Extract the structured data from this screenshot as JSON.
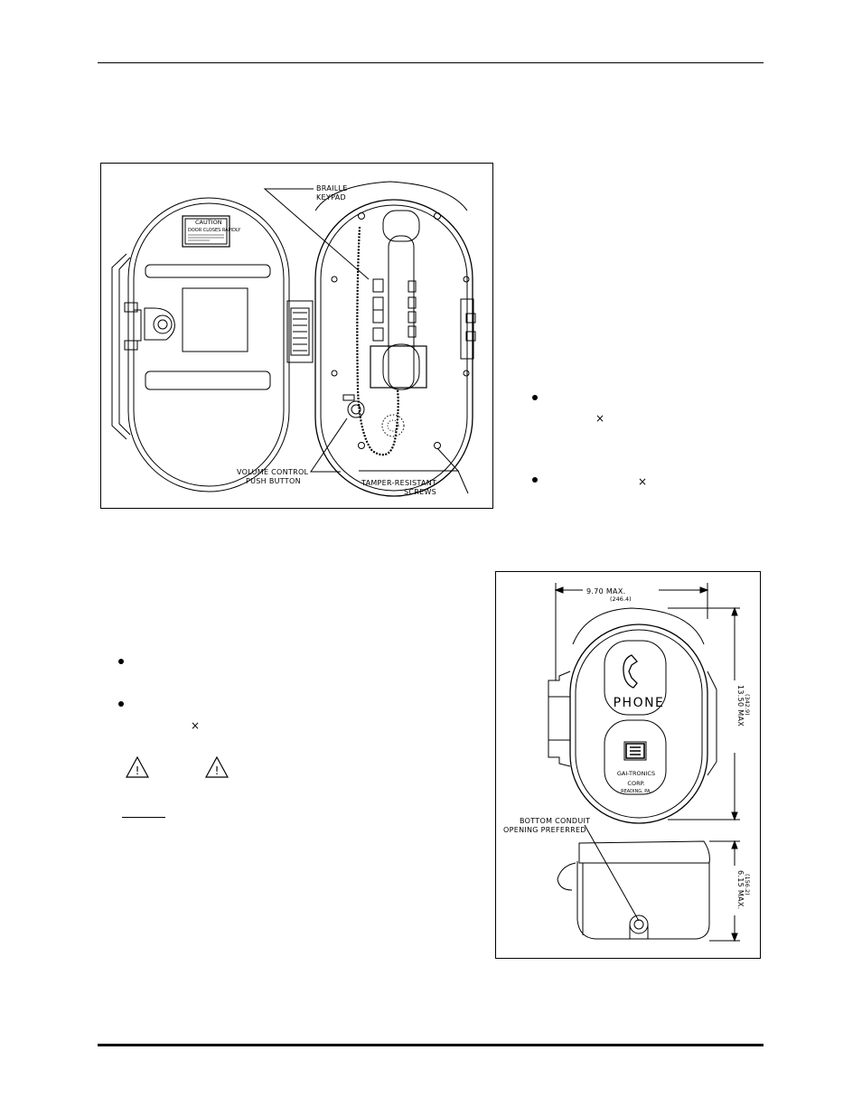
{
  "figure1": {
    "caution_title": "CAUTION",
    "caution_subtitle": "DOOR CLOSES RAPIDLY",
    "braille_label_1": "BRAILLE",
    "braille_label_2": "KEYPAD",
    "volume_label_1": "VOLUME CONTROL",
    "volume_label_2": "PUSH BUTTON",
    "tamper_label_1": "TAMPER-RESISTANT",
    "tamper_label_2": "SCREWS"
  },
  "figure2": {
    "width_dim": "9.70 MAX.",
    "width_metric": "(246.4)",
    "height_dim": "13.50 MAX",
    "height_metric": "(342.9)",
    "depth_dim": "6.15 MAX.",
    "depth_metric": "(156.2)",
    "phone_label": "PHONE",
    "brand_line_1": "GAI-TRONICS",
    "brand_line_2": "CORP.",
    "brand_line_3": "READING, PA.",
    "conduit_label_1": "BOTTOM CONDUIT",
    "conduit_label_2": "OPENING PREFERRED"
  },
  "symbols": {
    "times": "×",
    "warning_mark": "!"
  }
}
